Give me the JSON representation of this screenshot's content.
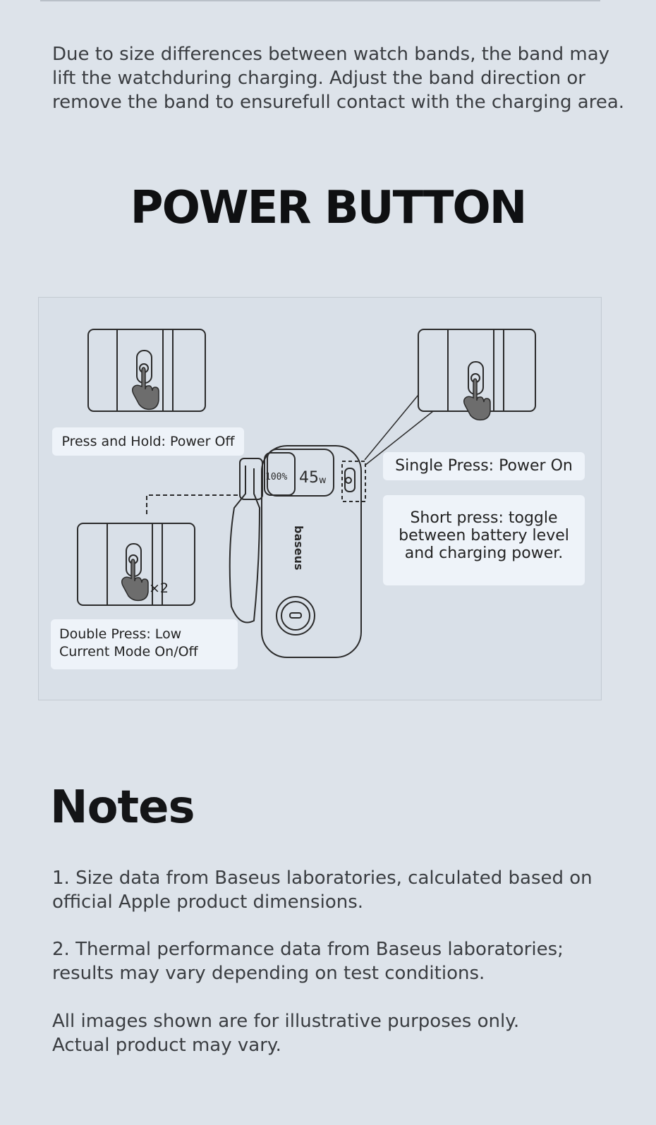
{
  "intro": {
    "text": "Due to size differences between watch bands, the band may lift the watchduring charging. Adjust the band direction or remove the band to ensurefull contact with the charging area."
  },
  "power_button": {
    "title": "POWER BUTTON",
    "callouts": {
      "press_hold": "Press and Hold: Power Off",
      "single_press": "Single Press: Power On",
      "short_press": "Short press: toggle between battery level and charging power.",
      "double_press": "Double Press: Low Current Mode On/Off"
    },
    "device": {
      "brand": "baseus",
      "display_percent": "100%",
      "display_watts": "45",
      "display_unit": "w",
      "double_marker": "×2"
    }
  },
  "notes": {
    "title": "Notes",
    "note_1": "1. Size data from Baseus laboratories, calculated based on official Apple product dimensions.",
    "note_2": "2. Thermal performance data from Baseus laboratories; results may vary depending on test conditions.",
    "note_3_line_1": "All images shown are for illustrative purposes only.",
    "note_3_line_2": "Actual product may vary."
  }
}
